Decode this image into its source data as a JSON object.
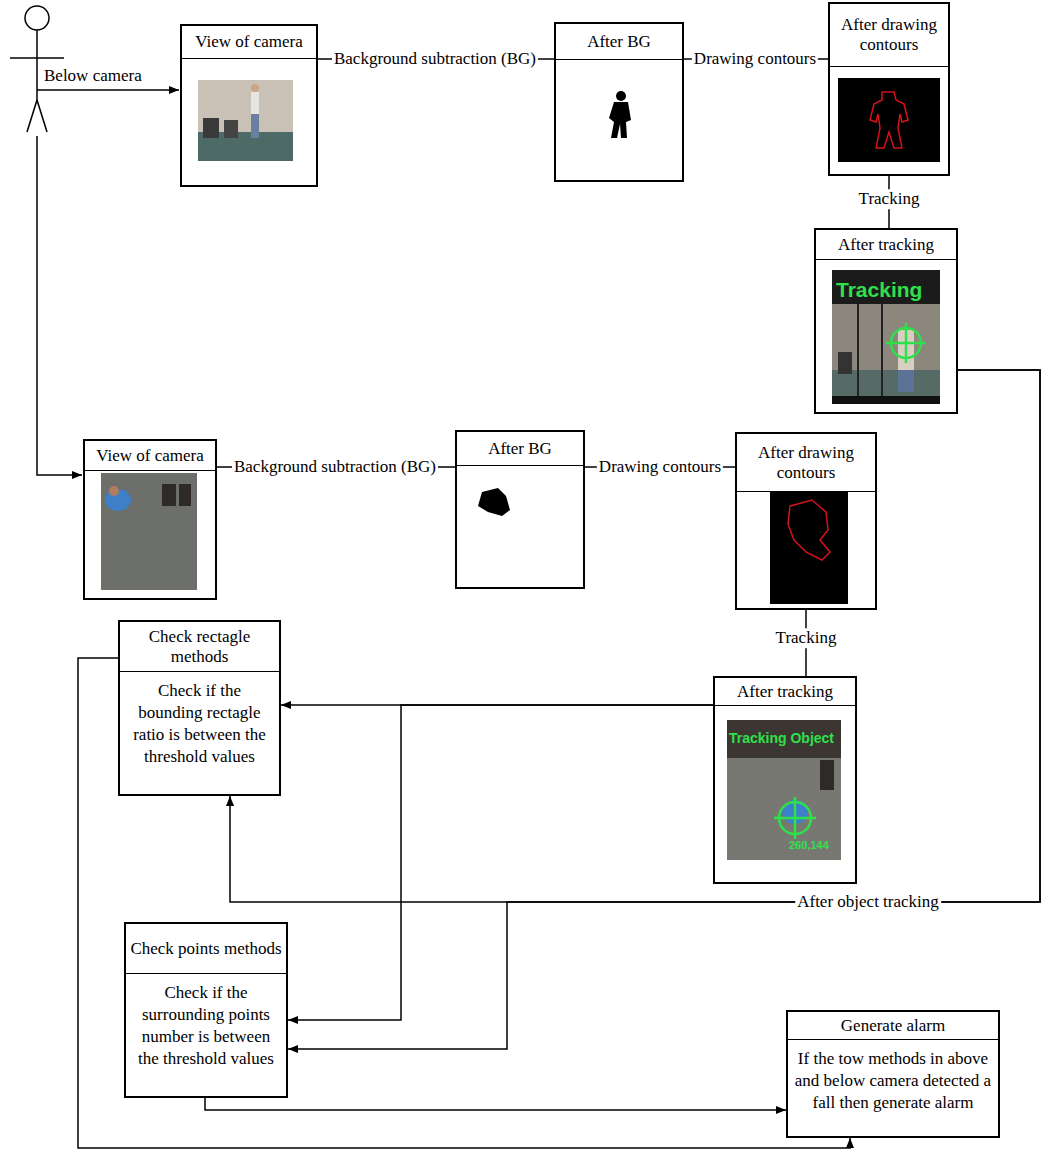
{
  "diagram": {
    "nodes": [
      {
        "text": [
          "View of camera"
        ]
      },
      {
        "text": [
          "After BG"
        ]
      },
      {
        "text": [
          "After drawing contours"
        ]
      },
      {
        "text": [
          "After tracking"
        ]
      },
      {
        "text": [
          "View of camera"
        ]
      },
      {
        "text": [
          "After BG"
        ]
      },
      {
        "text": [
          "After drawing contours"
        ]
      },
      {
        "text": [
          "Check rectagle methods",
          "Check if the bounding rectagle ratio is between the threshold values"
        ]
      },
      {
        "text": [
          "After tracking"
        ]
      },
      {
        "text": [
          "Check points methods",
          "Check if the surrounding points number is between the threshold values"
        ]
      },
      {
        "text": [
          "Generate alarm",
          "If the tow methods in above and below camera detected a fall then generate alarm"
        ]
      }
    ],
    "edges": [
      {
        "from": 0,
        "to": 1,
        "label": "Background subtraction (BG)",
        "arrow": "none"
      },
      {
        "from": 1,
        "to": 2,
        "label": "Drawing contours",
        "arrow": "none"
      },
      {
        "from": 2,
        "to": 3,
        "label": "Tracking",
        "arrow": "none"
      },
      {
        "from": 4,
        "to": 5,
        "label": "Background subtraction (BG)",
        "arrow": "none"
      },
      {
        "from": 5,
        "to": 6,
        "label": "Drawing contours",
        "arrow": "none"
      },
      {
        "from": 6,
        "to": 8,
        "label": "Tracking",
        "arrow": "none"
      },
      {
        "from": 3,
        "to": 7,
        "label": "After object tracking",
        "arrow": "to"
      },
      {
        "from": 3,
        "to": 9,
        "arrow": "to"
      },
      {
        "from": 8,
        "to": 7,
        "arrow": "to"
      },
      {
        "from": 8,
        "to": 9,
        "arrow": "to"
      },
      {
        "from": 9,
        "to": 10,
        "arrow": "to"
      },
      {
        "from": 7,
        "to": 10,
        "arrow": "to"
      }
    ],
    "labels": [
      "Below camera",
      "Tracking",
      "Tracking Object",
      "260,144"
    ]
  }
}
